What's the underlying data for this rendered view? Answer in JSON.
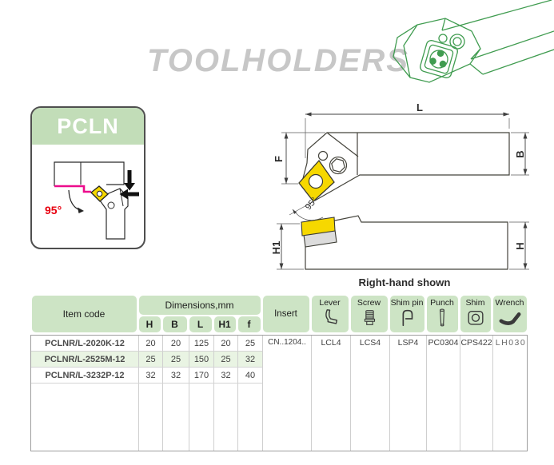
{
  "watermark": "TOOLHOLDERS",
  "pcln_card": {
    "title": "PCLN",
    "angle": "95°"
  },
  "drawing": {
    "dim_l": "L",
    "dim_b": "B",
    "dim_f": "F",
    "dim_h1": "H1",
    "dim_h": "H",
    "angle": "95°",
    "caption": "Right-hand shown"
  },
  "table": {
    "header": {
      "item_code": "Item code",
      "dimensions_group": "Dimensions,mm",
      "dim_cols": [
        "H",
        "B",
        "L",
        "H1",
        "f"
      ],
      "insert": "Insert",
      "accessories": [
        {
          "label": "Lever",
          "icon": "lever-icon"
        },
        {
          "label": "Screw",
          "icon": "screw-icon"
        },
        {
          "label": "Shim pin",
          "icon": "shim-pin-icon"
        },
        {
          "label": "Punch",
          "icon": "punch-icon"
        },
        {
          "label": "Shim",
          "icon": "shim-icon"
        },
        {
          "label": "Wrench",
          "icon": "wrench-icon"
        }
      ]
    },
    "rows": [
      {
        "item_code": "PCLNR/L-2020K-12",
        "dims": [
          "20",
          "20",
          "125",
          "20",
          "25"
        ]
      },
      {
        "item_code": "PCLNR/L-2525M-12",
        "dims": [
          "25",
          "25",
          "150",
          "25",
          "32"
        ]
      },
      {
        "item_code": "PCLNR/L-3232P-12",
        "dims": [
          "32",
          "32",
          "170",
          "32",
          "40"
        ]
      }
    ],
    "merged": {
      "insert": "CN..1204..",
      "lever": "LCL4",
      "screw": "LCS4",
      "shim_pin": "LSP4",
      "punch": "PC0304",
      "shim": "CPS422",
      "wrench": "LH030"
    }
  },
  "colors": {
    "table_header_green": "#cde4c5",
    "card_header_green": "#c2ddb8",
    "row_highlight_green": "#e9f4e3",
    "sketch_line_green": "#409c50",
    "insert_yellow": "#f6d800",
    "machined_magenta": "#ec0c8c",
    "angle_red": "#e8000f",
    "watermark_gray": "#c7c7c7"
  }
}
